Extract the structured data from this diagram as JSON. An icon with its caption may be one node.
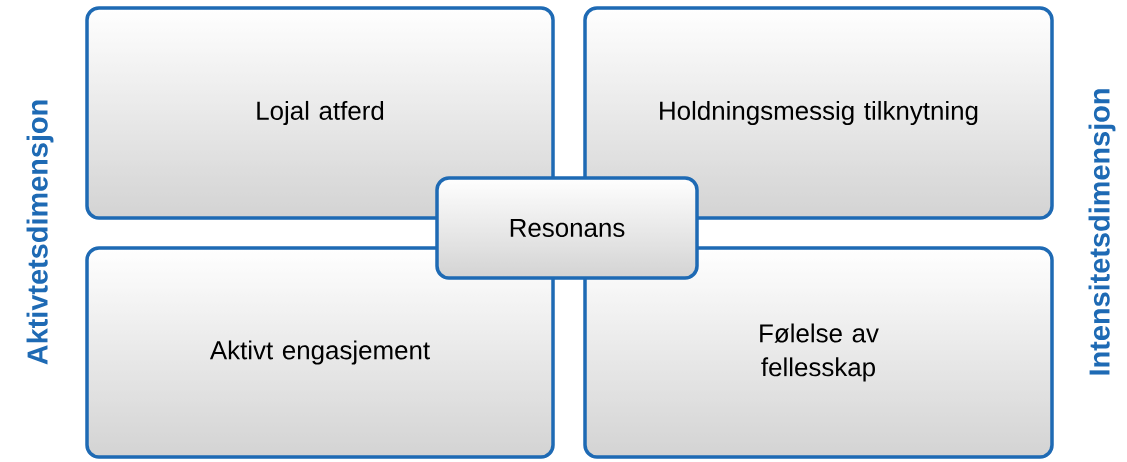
{
  "diagram": {
    "nodes": [
      {
        "text": [
          "Lojal atferd"
        ]
      },
      {
        "text": [
          "Holdningsmessig tilknytning"
        ]
      },
      {
        "text": [
          "Resonans"
        ]
      },
      {
        "text": [
          "Aktivt engasjement"
        ]
      },
      {
        "text": [
          "Følelse av fellesskap"
        ]
      }
    ],
    "labels": [
      "Aktivtetsdimensjon",
      "Intensitetsdimensjon"
    ]
  }
}
